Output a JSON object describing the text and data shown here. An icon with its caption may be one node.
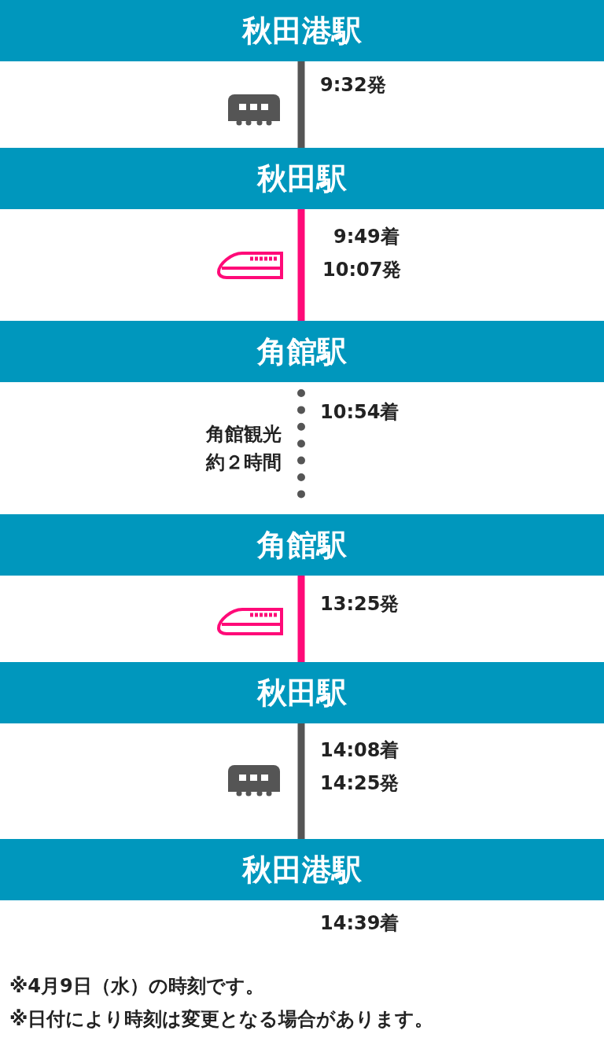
{
  "diagram": {
    "nodes": [
      {
        "text": [
          "秋田港駅"
        ],
        "beside": [
          "9:32発"
        ]
      },
      {
        "text": [
          "秋田駅"
        ],
        "beside": [
          "9:49着",
          "10:07発"
        ]
      },
      {
        "text": [
          "角館駅"
        ],
        "beside": [
          "10:54着"
        ]
      },
      {
        "text": [
          "角館駅"
        ],
        "beside": [
          "13:25発"
        ]
      },
      {
        "text": [
          "秋田駅"
        ],
        "beside": [
          "14:08着",
          "14:25発"
        ]
      },
      {
        "text": [
          "秋田港駅"
        ],
        "beside": [
          "14:39着"
        ]
      }
    ],
    "edges": [
      {
        "from": 0,
        "to": 1,
        "arrow": "none"
      },
      {
        "from": 1,
        "to": 2,
        "arrow": "none",
        "color": "#ff0a78"
      },
      {
        "from": 2,
        "to": 3,
        "arrow": "none",
        "style": "dashed",
        "label": "角館観光約２時間"
      },
      {
        "from": 3,
        "to": 4,
        "arrow": "none",
        "color": "#ff0a78"
      },
      {
        "from": 4,
        "to": 5,
        "arrow": "none"
      }
    ],
    "labels": [
      "※4月9日（水）の時刻です。",
      "※日付により時刻は変更となる場合があります。"
    ]
  }
}
